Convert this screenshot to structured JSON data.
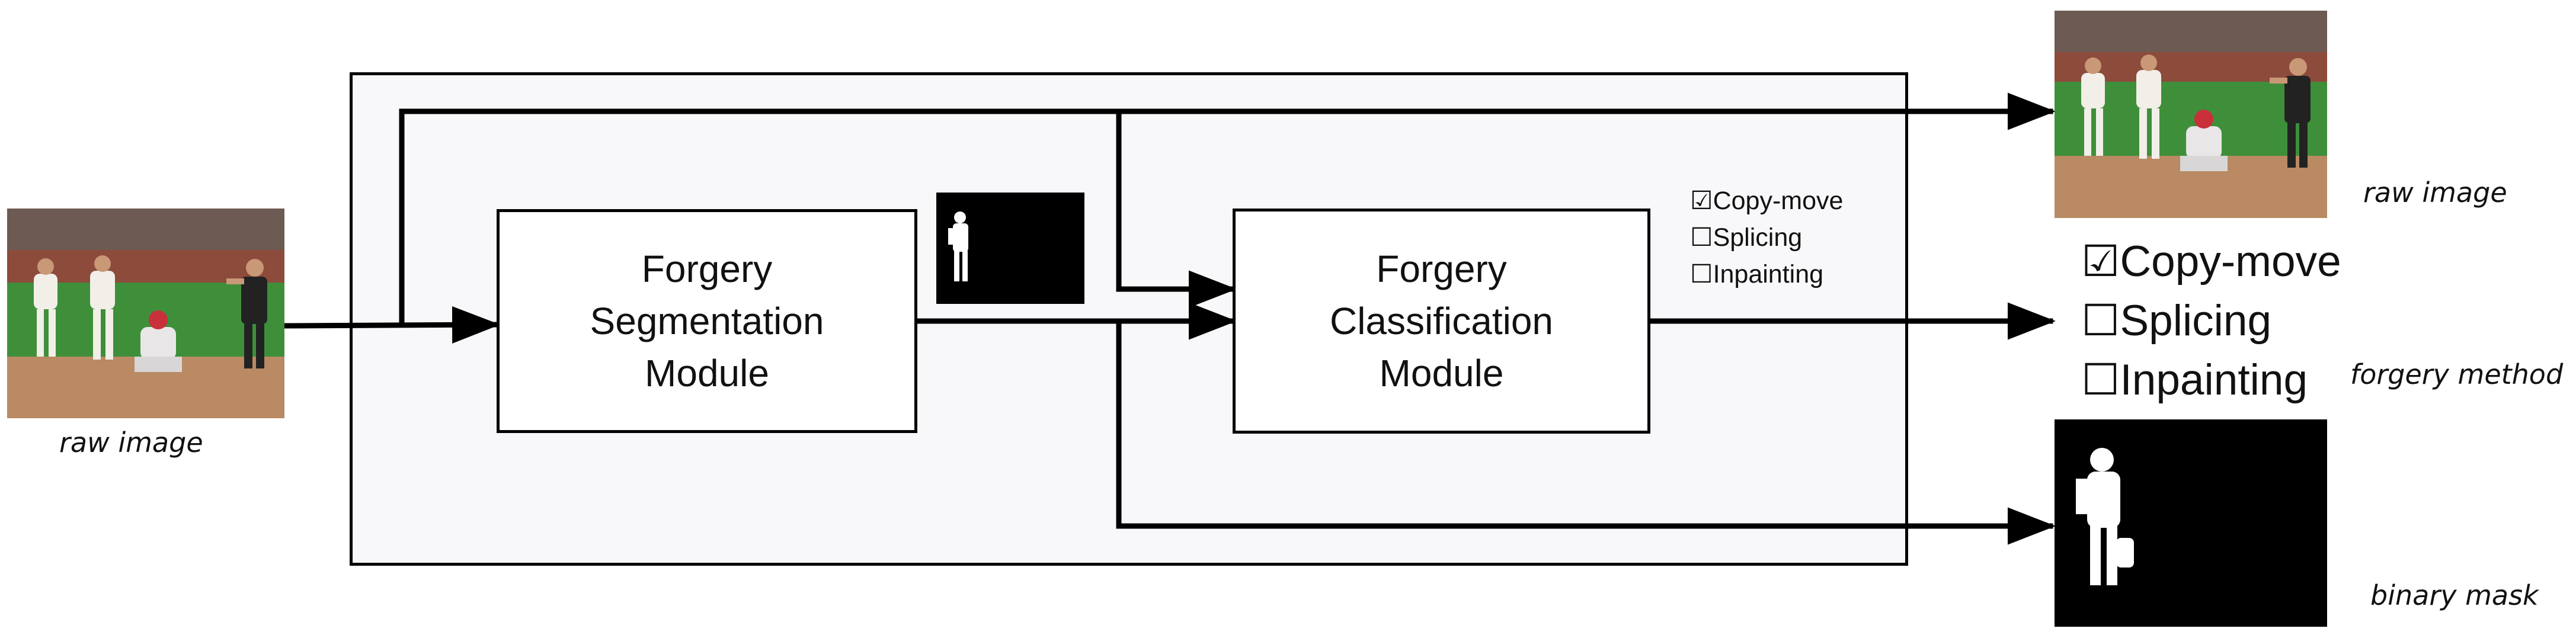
{
  "input": {
    "caption": "raw image"
  },
  "segmentation_module": {
    "line1": "Forgery",
    "line2": "Segmentation",
    "line3": "Module"
  },
  "classification_module": {
    "line1": "Forgery",
    "line2": "Classification",
    "line3": "Module"
  },
  "methods_small": [
    {
      "mark": "☑",
      "label": "Copy-move"
    },
    {
      "mark": "☐",
      "label": "Splicing"
    },
    {
      "mark": "☐",
      "label": "Inpainting"
    }
  ],
  "outputs": {
    "raw_caption": "raw image",
    "methods": [
      {
        "mark": "☑",
        "label": "Copy-move"
      },
      {
        "mark": "☐",
        "label": "Splicing"
      },
      {
        "mark": "☐",
        "label": "Inpainting"
      }
    ],
    "method_caption": "forgery method",
    "mask_caption": "binary mask"
  },
  "colors": {
    "panel": "#f8f8fa",
    "stroke": "#000000",
    "grass": "#3f8f3a",
    "dirt": "#b98a63",
    "stands": "#6d5a52"
  }
}
